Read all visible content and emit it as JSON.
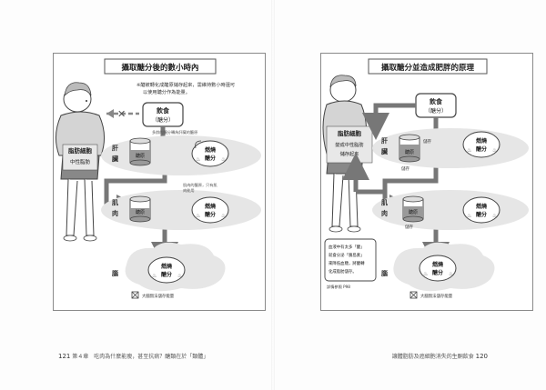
{
  "left_page": {
    "title": "攝取醣分後的數小時內",
    "note_line1": "※醣被轉化成醣原儲存起來，需維持數小時還可",
    "note_line2": "以使用醣分作為能量。",
    "food_line1": "飲食",
    "food_line2": "（醣分）",
    "fat_cell_label": "脂肪細胞",
    "neutral_fat": "中性脂肪",
    "liver_label_1": "肝",
    "liver_label_2": "臟",
    "liver_note": "多餘的醣分轉為肝臟的醣原",
    "glycogen_1": "醣原",
    "burn_1_line1": "燃燒",
    "burn_1_line2": "醣分",
    "muscle_label_1": "肌",
    "muscle_label_2": "肉",
    "muscle_note_line1": "肌肉的醣原，只有肌",
    "muscle_note_line2": "肉能用",
    "glycogen_2": "醣原",
    "burn_2_line1": "燃燒",
    "burn_2_line2": "醣分",
    "brain_label": "腦",
    "burn_3_line1": "燃燒",
    "burn_3_line2": "醣分",
    "brain_note": "大腦無法儲存能量",
    "page_number": "121",
    "chapter": "第４章　吃肉為什麼能瘦，甚至抗病？醣類在於「類體」"
  },
  "right_page": {
    "title": "攝取醣分並造成肥胖的原理",
    "food_line1": "飲食",
    "food_line2": "（醣分）",
    "fat_cell_label": "脂肪細胞",
    "fat_line1": "變成中性脂肪",
    "fat_line2": "儲存起來",
    "liver_label_1": "肝",
    "liver_label_2": "臟",
    "storage_1": "儲存",
    "glycogen_1": "醣原",
    "storage_2": "儲存",
    "burn_1_line1": "燃燒",
    "burn_1_line2": "醣分",
    "muscle_label_1": "肌",
    "muscle_label_2": "肉",
    "glycogen_2": "醣原",
    "storage_3": "儲存",
    "burn_2_line1": "燃燒",
    "burn_2_line2": "醣分",
    "brain_label": "腦",
    "burn_3_line1": "燃燒",
    "burn_3_line2": "醣分",
    "brain_note": "大腦無法儲存能量",
    "callout_line1": "血液中有太多「醣」",
    "callout_line2": "就會分泌「胰島素」",
    "callout_line3": "來降低血糖，將醣轉",
    "callout_line4": "化成脂肪儲存。",
    "callout_ref": "詳情參照 P98",
    "page_number": "120",
    "chapter": "讓體脂肪及癌細胞消失的生酮飲食"
  }
}
